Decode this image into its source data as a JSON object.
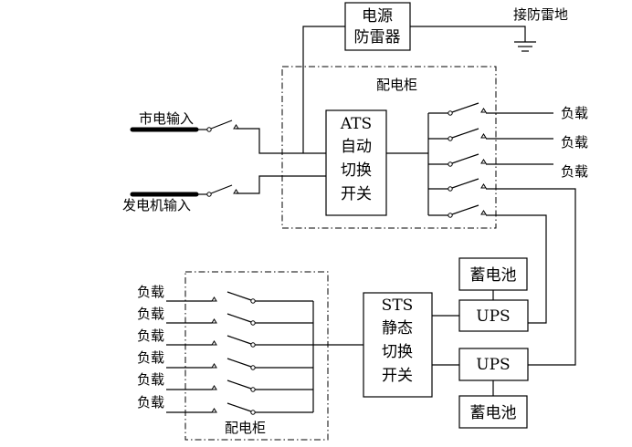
{
  "surge_protector": {
    "line1": "电源",
    "line2": "防雷器"
  },
  "ground_label": "接防雷地",
  "cabinet_top_label": "配电柜",
  "cabinet_bottom_label": "配电柜",
  "mains_input": "市电输入",
  "generator_input": "发电机输入",
  "ats": {
    "line1": "ATS",
    "line2": "自动",
    "line3": "切换",
    "line4": "开关"
  },
  "top_loads": [
    "负载",
    "负载",
    "负载"
  ],
  "battery_top": "蓄电池",
  "battery_bottom": "蓄电池",
  "ups_top": "UPS",
  "ups_bottom": "UPS",
  "sts": {
    "line1": "STS",
    "line2": "静态",
    "line3": "切换",
    "line4": "开关"
  },
  "bottom_loads": [
    "负载",
    "负载",
    "负载",
    "负载",
    "负载",
    "负载"
  ]
}
